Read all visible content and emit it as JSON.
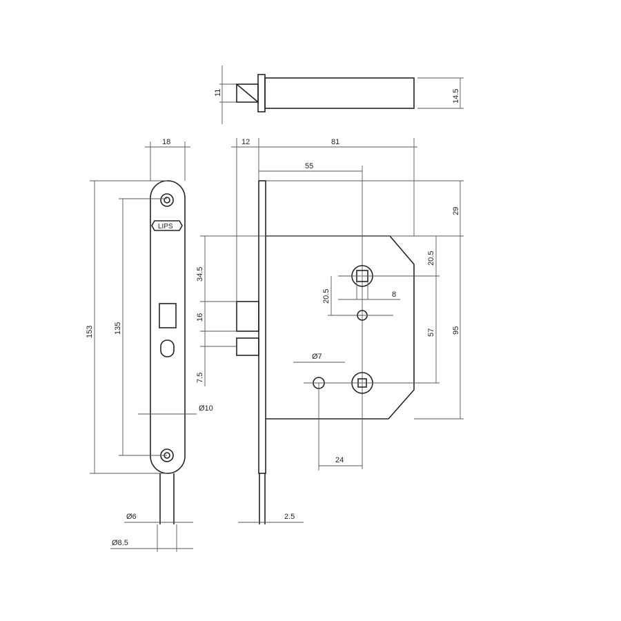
{
  "title": "Mortise lock technical drawing",
  "brand": "LIPS",
  "dimensions": {
    "bolt_height": "11",
    "bolt_width": "14.5",
    "faceplate_width": "18",
    "backset_offset": "12",
    "case_depth": "81",
    "backset": "55",
    "top_offset": "29",
    "faceplate_length": "153",
    "screw_spacing": "135",
    "latch_offset": "34.5",
    "latch_height": "16",
    "bolt_offset": "7.5",
    "hub_offset_right": "20.5",
    "hub_offset_left": "20.5",
    "spindle": "8",
    "center_distance": "57",
    "case_height": "95",
    "hole_dia": "Ø7",
    "faceplate_hole": "Ø10",
    "hole_spacing": "24",
    "screw_dia": "Ø6",
    "screw_head_dia": "Ø8.5",
    "plate_thickness": "2.5"
  }
}
